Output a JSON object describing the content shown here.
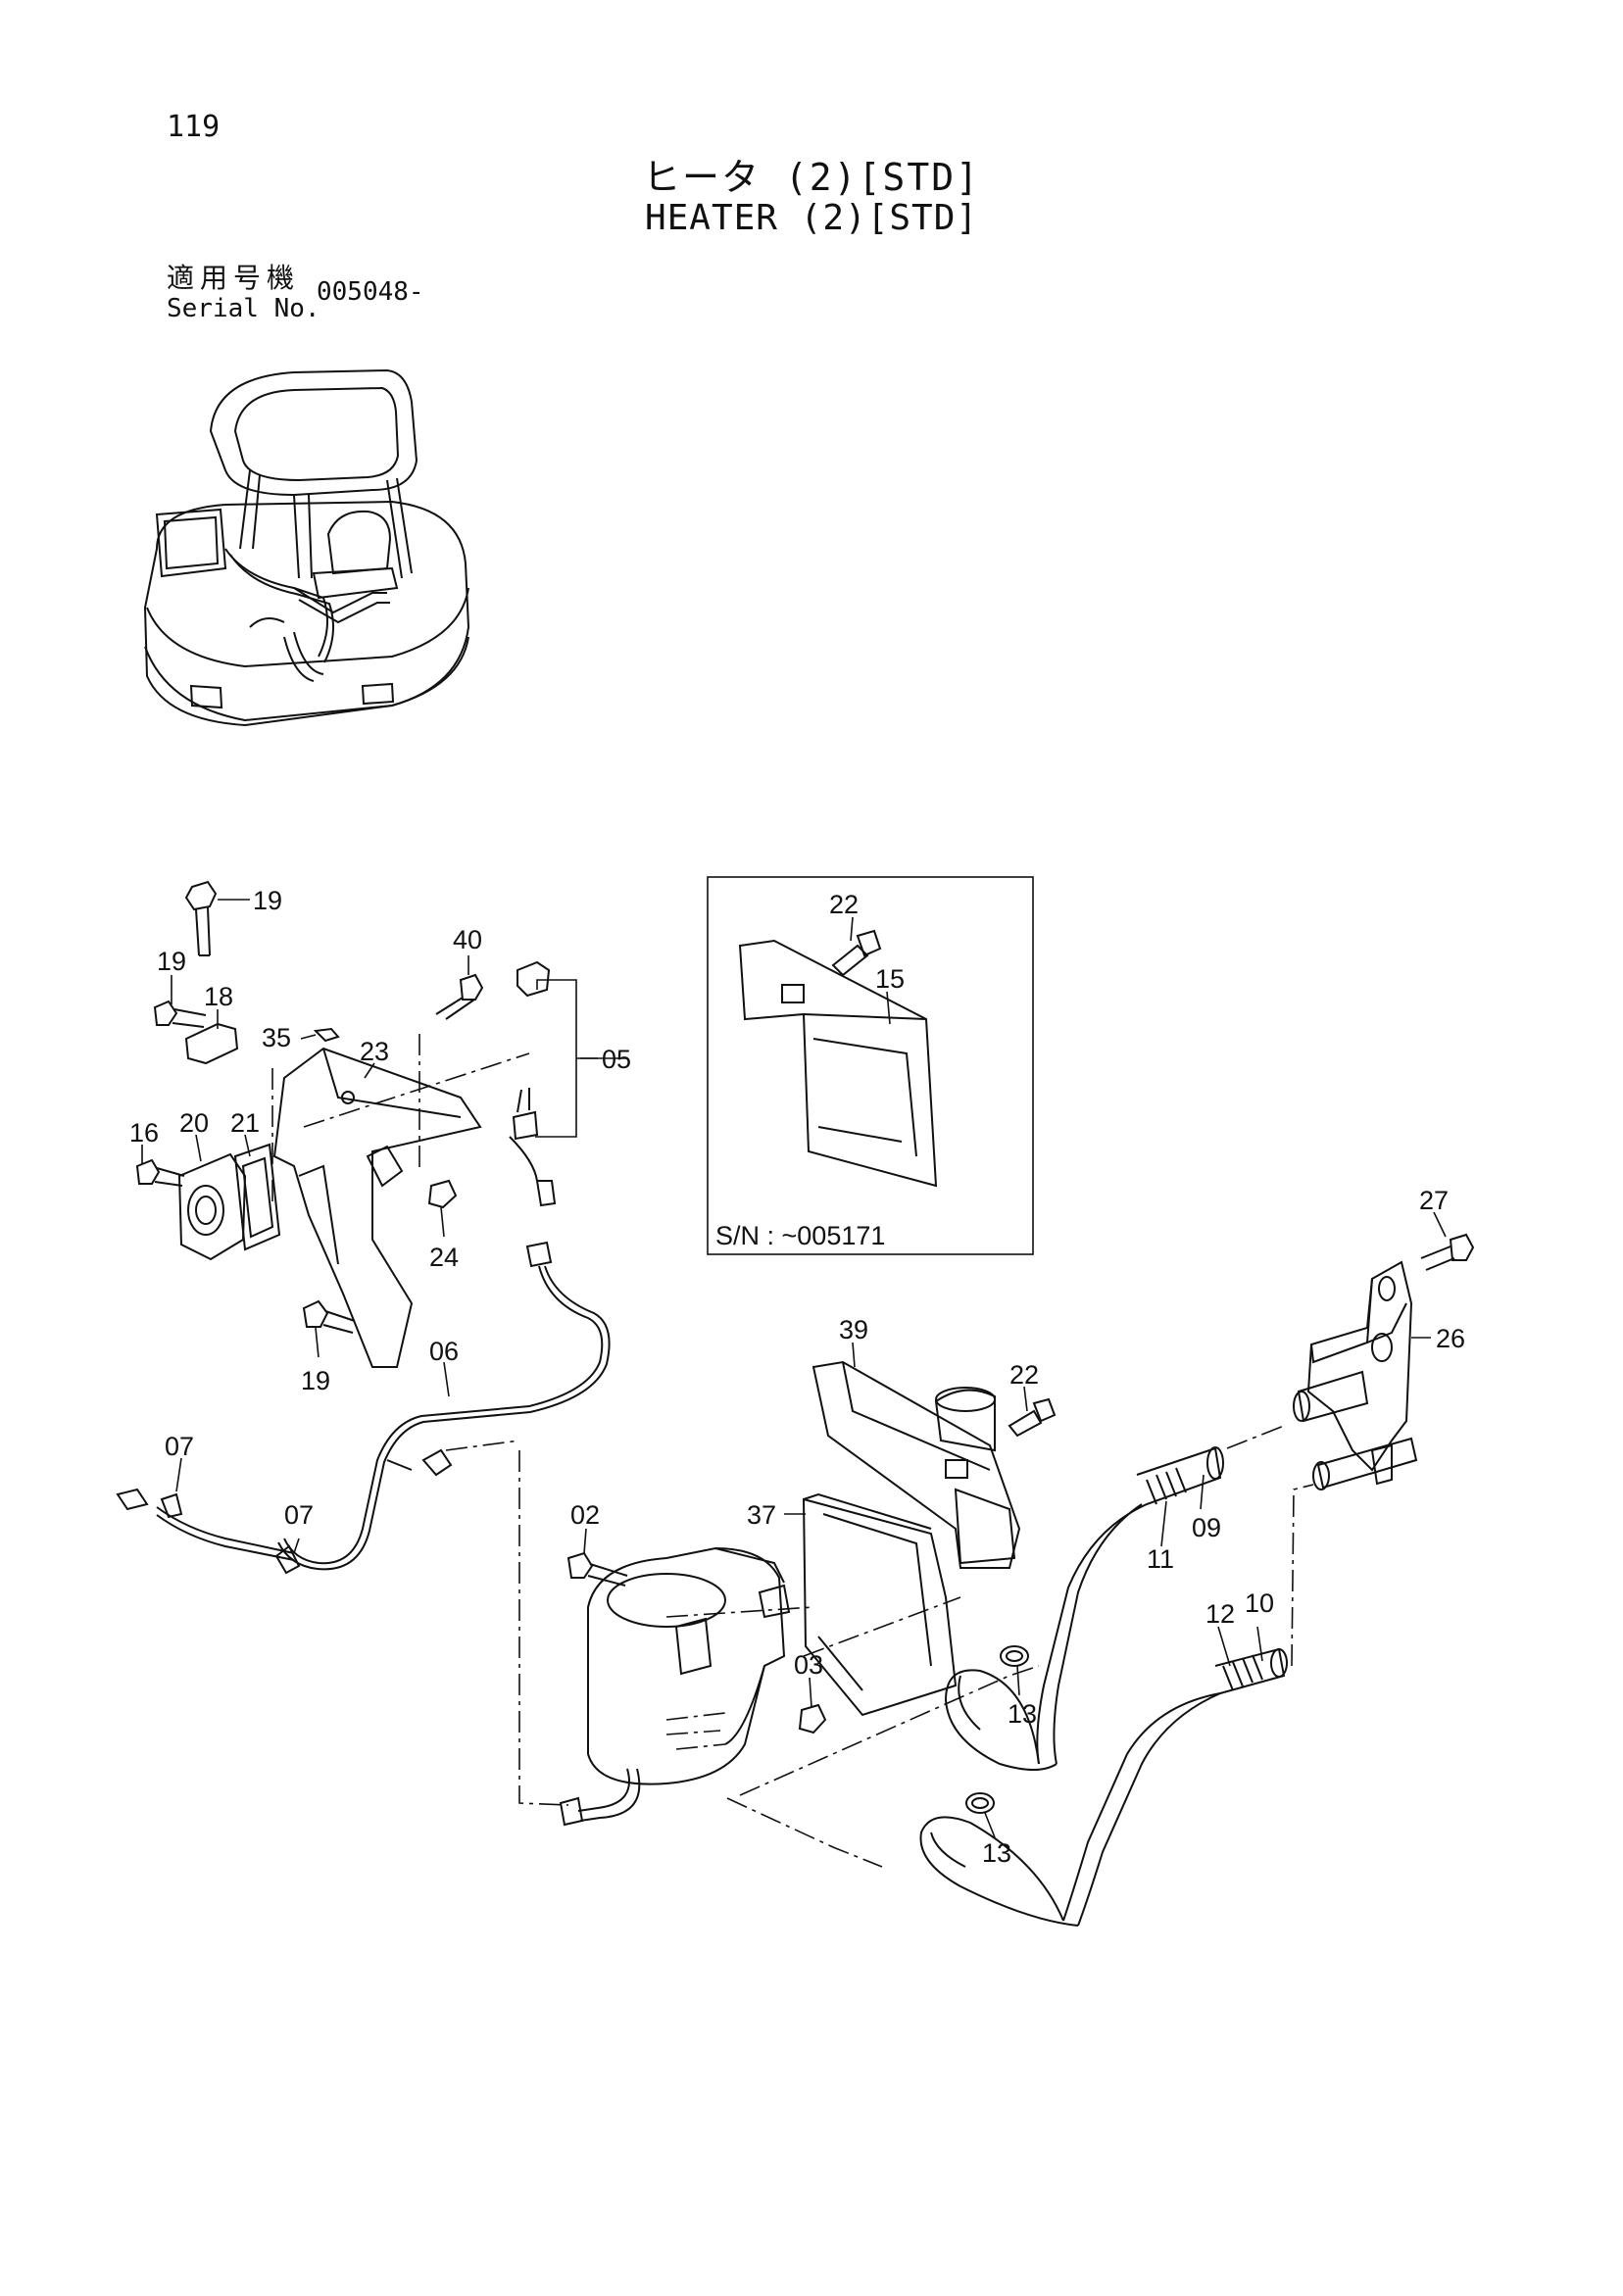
{
  "page": {
    "number": "119"
  },
  "title": {
    "japanese": "ヒータ (2)[STD]",
    "english": "HEATER (2)[STD]"
  },
  "serial": {
    "label_jp": "適用号機",
    "label_en": "Serial No.",
    "value": "005048-"
  },
  "inset": {
    "note": "S/N : ~005171"
  },
  "callouts": {
    "c19a": "19",
    "c19b": "19",
    "c19c": "19",
    "c18": "18",
    "c35": "35",
    "c23": "23",
    "c40": "40",
    "c05": "05",
    "c16": "16",
    "c20": "20",
    "c21": "21",
    "c24": "24",
    "c06": "06",
    "c07a": "07",
    "c07b": "07",
    "c22a": "22",
    "c15": "15",
    "c27": "27",
    "c26": "26",
    "c39": "39",
    "c22b": "22",
    "c37": "37",
    "c02": "02",
    "c03": "03",
    "c11": "11",
    "c09": "09",
    "c12": "12",
    "c10": "10",
    "c13a": "13",
    "c13b": "13"
  }
}
